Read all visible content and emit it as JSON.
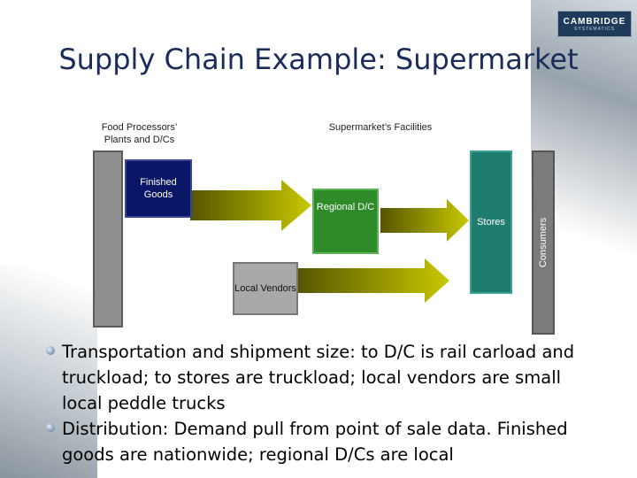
{
  "logo": {
    "main": "CAMBRIDGE",
    "sub": "SYSTEMATICS"
  },
  "title": "Supply Chain Example:  Supermarket",
  "diagram": {
    "food_processors_label": "Food Processors’ Plants and D/Cs",
    "facilities_label": "Supermarket’s Facilities",
    "finished_goods": "Finished Goods",
    "regional_dc": "Regional D/C",
    "stores": "Stores",
    "consumers": "Consumers",
    "local_vendors": "Local Vendors"
  },
  "bullets": [
    "Transportation and shipment size: to D/C is rail carload and truckload; to stores are truckload; local vendors are small local peddle trucks",
    "Distribution: Demand pull from point of sale data. Finished goods are nationwide; regional D/Cs are local"
  ],
  "colors": {
    "title": "#1a2d5a",
    "arrow": "#b8b800",
    "navy": "#0a1766",
    "green": "#2f8a2a",
    "teal": "#1f7d70"
  }
}
